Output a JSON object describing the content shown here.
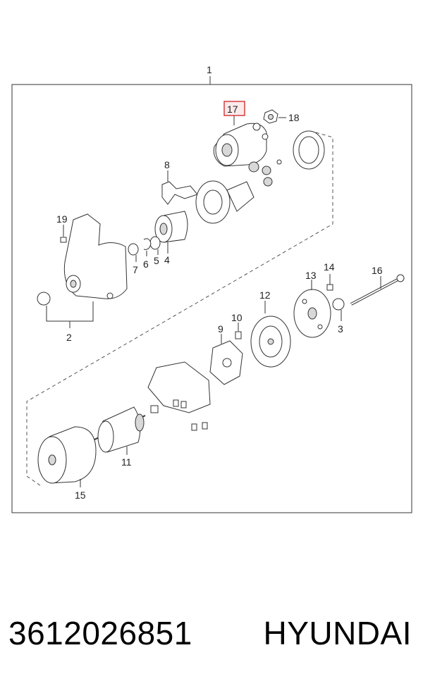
{
  "diagram": {
    "assembly_label": "1",
    "highlight_color": "#cc2222",
    "callouts": {
      "c2": "2",
      "c3": "3",
      "c4": "4",
      "c5": "5",
      "c6": "6",
      "c7": "7",
      "c8": "8",
      "c9": "9",
      "c10": "10",
      "c11": "11",
      "c12": "12",
      "c13": "13",
      "c14": "14",
      "c15": "15",
      "c16": "16",
      "c17": "17",
      "c18": "18",
      "c19": "19"
    },
    "highlighted_callout": "17"
  },
  "footer": {
    "part_number": "3612026851",
    "brand": "HYUNDAI"
  }
}
